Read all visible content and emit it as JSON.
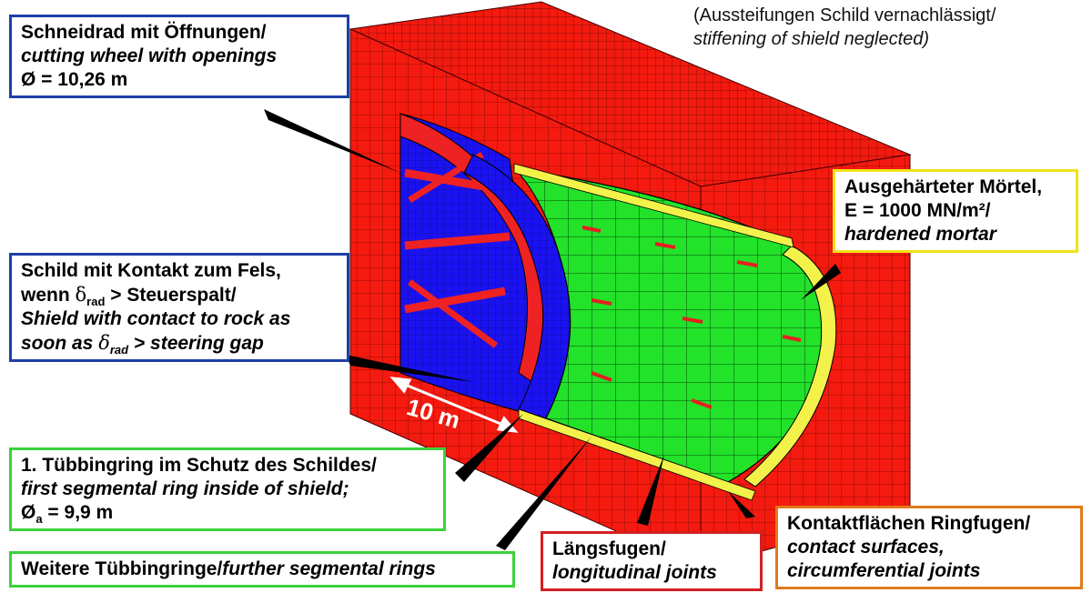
{
  "colors": {
    "rock": "#f41a0f",
    "shield": "#1b12f2",
    "segment": "#22e22a",
    "mortar": "#f2f24a",
    "cutting_wheel": "#ee2222",
    "box_blue": "#1f3fa6",
    "box_green": "#3bd23b",
    "box_yellow": "#f2e21a",
    "box_red": "#d42020",
    "box_orange": "#e07a1a"
  },
  "note": {
    "line1": "(Aussteifungen Schild vernachlässigt/",
    "line2": "stiffening of shield neglected)"
  },
  "dimension": {
    "text": "10 m"
  },
  "labels": {
    "cutting_wheel": {
      "line1": "Schneidrad mit Öffnungen/",
      "line2": "cutting wheel with openings",
      "line3": "Ø = 10,26 m"
    },
    "shield": {
      "line1": "Schild mit Kontakt zum Fels,",
      "line2_pre": "wenn ",
      "delta": "δ",
      "sub": "rad",
      "line2_post": " > Steuerspalt/",
      "line3": "Shield with contact to rock as",
      "line4_pre": "soon as ",
      "line4_post": " > steering gap"
    },
    "mortar": {
      "line1": "Ausgehärteter Mörtel,",
      "line2": "E = 1000 MN/m²/",
      "line3": "hardened mortar"
    },
    "first_ring": {
      "line1": "1. Tübbingring im Schutz des Schildes/",
      "line2": "first segmental ring inside of shield;",
      "line3_pre": "Ø",
      "line3_sub": "a",
      "line3_post": " = 9,9 m"
    },
    "further_rings": {
      "plain": "Weitere Tübbingringe/",
      "italic": "further segmental rings"
    },
    "longitudinal": {
      "line1": "Längsfugen/",
      "line2": "longitudinal joints"
    },
    "circumferential": {
      "line1": "Kontaktflächen Ringfugen/",
      "line2": "contact surfaces,",
      "line3": "circumferential joints"
    }
  }
}
